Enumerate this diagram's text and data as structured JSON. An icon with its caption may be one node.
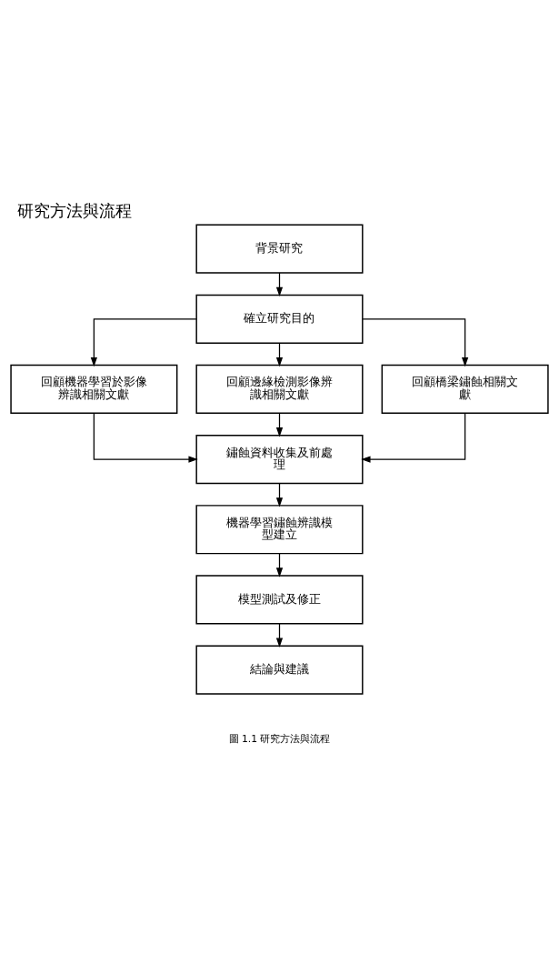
{
  "diagram": {
    "title": "研究方法與流程",
    "caption": "圖 1.1 研究方法與流程",
    "nodes": [
      {
        "text": [
          "背景研究"
        ]
      },
      {
        "text": [
          "確立研究目的"
        ]
      },
      {
        "text": [
          "回顧機器學習於影像辨識相關文獻"
        ]
      },
      {
        "text": [
          "回顧邊緣檢測影像辨識相關文獻"
        ]
      },
      {
        "text": [
          "回顧橋梁鏽蝕相關文獻"
        ]
      },
      {
        "text": [
          "鏽蝕資料收集及前處理"
        ]
      },
      {
        "text": [
          "機器學習鏽蝕辨識模型建立"
        ]
      },
      {
        "text": [
          "模型測試及修正"
        ]
      },
      {
        "text": [
          "結論與建議"
        ]
      }
    ],
    "edges": [
      {
        "from": 0,
        "to": 1,
        "arrow": "to"
      },
      {
        "from": 1,
        "to": 2,
        "arrow": "to"
      },
      {
        "from": 1,
        "to": 3,
        "arrow": "to"
      },
      {
        "from": 1,
        "to": 4,
        "arrow": "to"
      },
      {
        "from": 2,
        "to": 5,
        "arrow": "to"
      },
      {
        "from": 3,
        "to": 5,
        "arrow": "to"
      },
      {
        "from": 4,
        "to": 5,
        "arrow": "to"
      },
      {
        "from": 5,
        "to": 6,
        "arrow": "to"
      },
      {
        "from": 6,
        "to": 7,
        "arrow": "to"
      },
      {
        "from": 7,
        "to": 8,
        "arrow": "to"
      }
    ]
  }
}
